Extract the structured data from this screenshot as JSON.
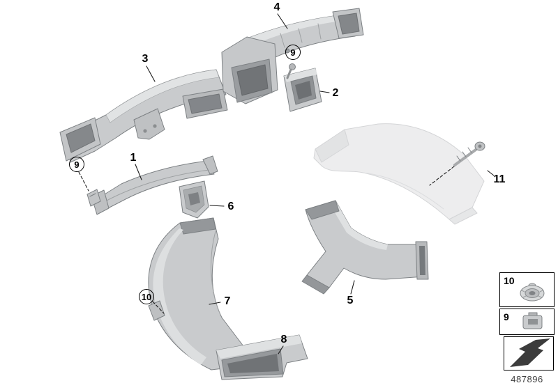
{
  "diagram": {
    "drawing_number": "487896"
  },
  "callouts": {
    "c1": {
      "label": "1",
      "circled": false
    },
    "c2": {
      "label": "2",
      "circled": false
    },
    "c3": {
      "label": "3",
      "circled": false
    },
    "c4": {
      "label": "4",
      "circled": false
    },
    "c5": {
      "label": "5",
      "circled": false
    },
    "c6": {
      "label": "6",
      "circled": false
    },
    "c7": {
      "label": "7",
      "circled": false
    },
    "c8": {
      "label": "8",
      "circled": false
    },
    "c9_top": {
      "label": "9",
      "circled": true
    },
    "c9_left": {
      "label": "9",
      "circled": true
    },
    "c10": {
      "label": "10",
      "circled": true
    },
    "c11": {
      "label": "11",
      "circled": false
    }
  },
  "legend": {
    "items": [
      {
        "label": "10",
        "icon": "grommet-icon"
      },
      {
        "label": "9",
        "icon": "clip-icon"
      },
      {
        "label": "",
        "icon": "hatched-panel-icon"
      }
    ]
  },
  "colors": {
    "part_fill": "#c9cbcd",
    "part_highlight": "#e1e3e4",
    "part_opening": "#94979a",
    "part_stroke": "#7d8184",
    "ghost_fill": "#ededee",
    "ghost_stroke": "#d4d5d7",
    "line": "#1a1a1a"
  }
}
